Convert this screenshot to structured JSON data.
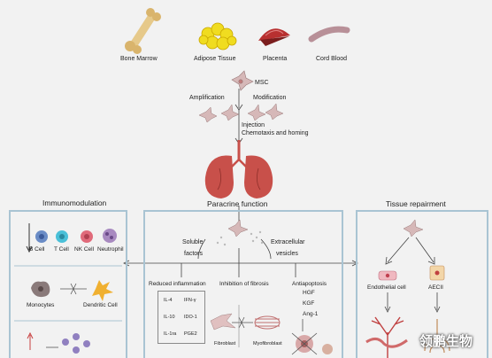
{
  "sources": {
    "bone_marrow": "Bone Marrow",
    "adipose_tissue": "Adipose Tissue",
    "placenta": "Placenta",
    "cord_blood": "Cord Blood"
  },
  "msc": {
    "label": "MSC",
    "amplification": "Amplification",
    "modification": "Modification",
    "injection": "Injection",
    "chemotaxis": "Chemotaxis and homing"
  },
  "sections": {
    "immunomodulation": "Immunomodulation",
    "paracrine": "Paracrine  function",
    "tissue_repairment": "Tissue repairment"
  },
  "immuno": {
    "cells": [
      "B Cell",
      "T Cell",
      "NK Cell",
      "Neutrophil"
    ],
    "monocytes": "Monocytes",
    "dendritic": "Dendritic Cell"
  },
  "paracrine": {
    "soluble": "Soluble",
    "factors": "factors",
    "extracellular": "Extracellular",
    "vesicles": "vesicles",
    "reduced_inflammation": "Reduced inflammation",
    "cytokines": [
      "IL-4",
      "IFN-γ",
      "IL-10",
      "IDO-1",
      "IL-1ra",
      "PGE2"
    ],
    "inhibition_fibrosis": "Inhibition of fibrosis",
    "fibroblast": "Fibroblast",
    "myofibroblast": "Myofibroblast",
    "antiapoptosis": "Antiapoptosis",
    "anti_factors": [
      "HGF",
      "KGF",
      "Ang-1"
    ]
  },
  "repair": {
    "endothelial": "Endothelial cell",
    "aecii": "AECII"
  },
  "watermark": "领鹏生物",
  "colors": {
    "panel_border": "#a9c4d3",
    "lung": "#c8504a",
    "adipose": "#f0dc20",
    "placenta": "#b83030",
    "cord": "#b89098"
  }
}
